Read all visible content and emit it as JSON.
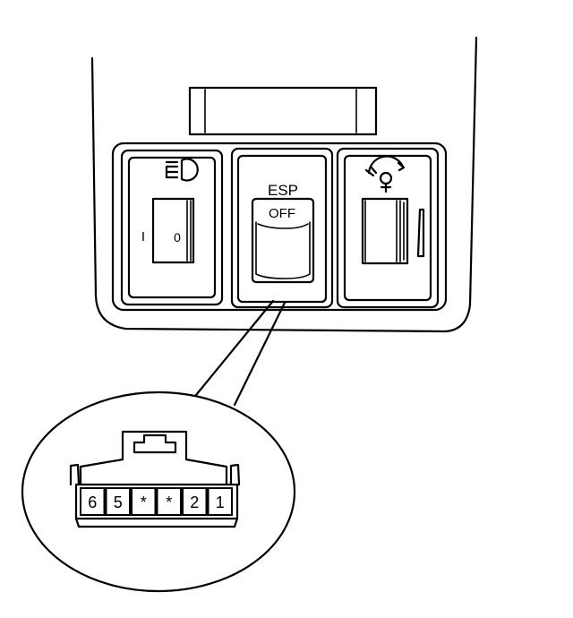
{
  "diagram": {
    "esp_switch": {
      "top_label": "ESP",
      "button_label": "OFF"
    },
    "headlamp_leveling_switch": {
      "scale_min_label": "I",
      "scale_max_label": "0"
    },
    "connector": {
      "terminals": [
        "6",
        "5",
        "*",
        "*",
        "2",
        "1"
      ]
    },
    "icons": {
      "left": "headlamp-leveling-icon",
      "right": "dashboard-illumination-icon"
    }
  }
}
